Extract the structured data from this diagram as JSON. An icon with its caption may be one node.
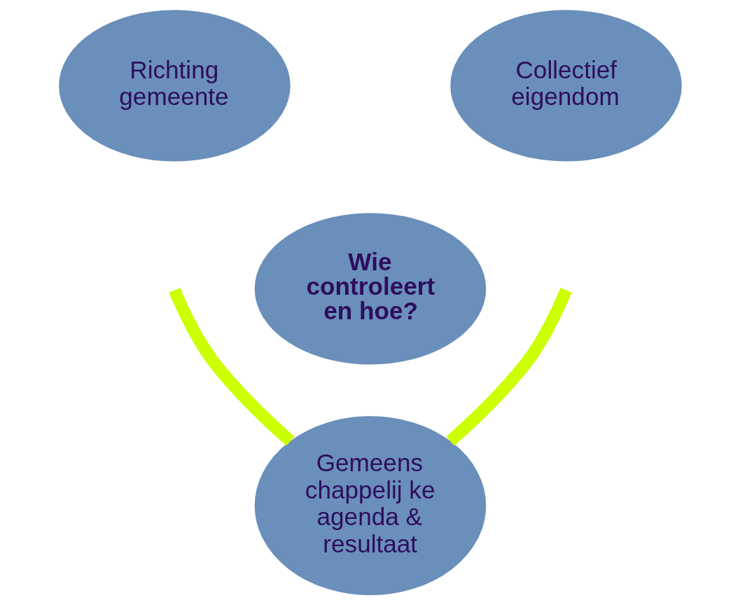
{
  "diagram": {
    "nodes": [
      {
        "text": [
          "Richting gemeente"
        ]
      },
      {
        "text": [
          "Collectief eigendom"
        ]
      },
      {
        "text": [
          "Wie controleert en hoe?"
        ]
      },
      {
        "text": [
          "Gemeens chappelij ke agenda & resultaat"
        ]
      }
    ],
    "edges": [
      {
        "from": null,
        "to": 3,
        "arrow": "none",
        "color": "#ccff00"
      },
      {
        "from": 3,
        "to": null,
        "arrow": "none",
        "color": "#ccff00"
      }
    ]
  }
}
